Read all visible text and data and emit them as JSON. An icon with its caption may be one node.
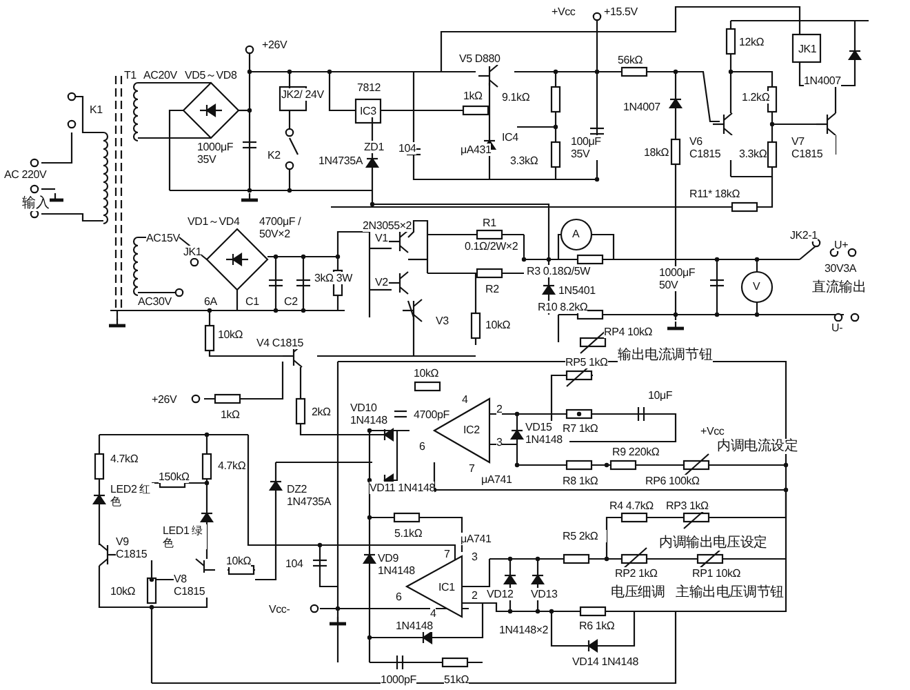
{
  "diagram": {
    "labels": [
      "+26V",
      "T1",
      "AC20V",
      "VD5～VD8",
      "K1",
      "JK2/ 24V",
      "7812",
      "IC3",
      "1000μF 35V",
      "K2",
      "ZD1",
      "1N4735A",
      "104",
      "+Vcc",
      "+15.5V",
      "V5 D880",
      "1kΩ",
      "9.1kΩ",
      "IC4",
      "μA431",
      "3.3kΩ",
      "100μF 35V",
      "56kΩ",
      "1N4007",
      "18kΩ",
      "12kΩ",
      "JK1",
      "1N4007",
      "1.2kΩ",
      "V6 C1815",
      "3.3kΩ",
      "V7 C1815",
      "R11* 18kΩ",
      "AC 220V",
      "输入",
      "VD1～VD4",
      "4700μF / 50V×2",
      "2N3055×2",
      "AC15V",
      "JK1",
      "V1",
      "V2",
      "AC30V",
      "6A",
      "C1",
      "C2",
      "3kΩ 3W",
      "R1",
      "0.1Ω/2W×2",
      "R2",
      "A",
      "R3 0.18Ω/5W",
      "1N5401",
      "1000μF 50V",
      "V",
      "JK2-1",
      "U+",
      "30V3A",
      "直流输出",
      "R10 8.2kΩ",
      "U-",
      "10kΩ",
      "V4 C1815",
      "V3",
      "10kΩ",
      "RP4 10kΩ",
      "输出电流调节钮",
      "+26V",
      "1kΩ",
      "2kΩ",
      "10kΩ",
      "VD10 1N4148",
      "4700pF",
      "4",
      "2",
      "RP5 1kΩ",
      "10μF",
      "6",
      "IC2",
      "3",
      "VD15 1N4148",
      "R7 1kΩ",
      "+Vcc",
      "4.7kΩ",
      "4.7kΩ",
      "LED2 红色",
      "150kΩ",
      "7",
      "μA741",
      "R9 220kΩ",
      "内调电流设定",
      "R8 1kΩ",
      "RP6 100kΩ",
      "VD11 1N4148",
      "DZ2 1N4735A",
      "R4 4.7kΩ",
      "RP3 1kΩ",
      "5.1kΩ",
      "μA741",
      "LED1 绿色",
      "V9 C1815",
      "R5 2kΩ",
      "内调输出电压设定",
      "7",
      "3",
      "VD9 1N4148",
      "104",
      "V8 C1815",
      "10kΩ",
      "10kΩ",
      "IC1",
      "6",
      "2",
      "VD12",
      "VD13",
      "RP2 1kΩ",
      "RP1 10kΩ",
      "电压细调",
      "主输出电压调节钮",
      "Vcc-",
      "4",
      "1N4148",
      "1N4148×2",
      "R6 1kΩ",
      "VD14 1N4148",
      "1000pF",
      "51kΩ"
    ]
  }
}
